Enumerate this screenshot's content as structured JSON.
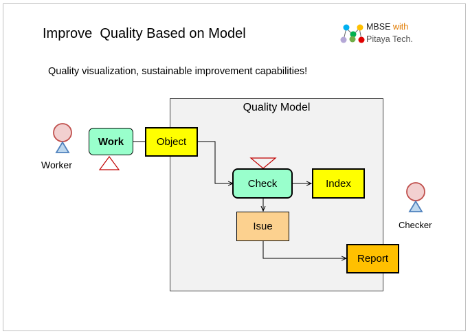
{
  "title": "Improve  Quality Based on Model",
  "subtitle": "Quality visualization, sustainable improvement capabilities!",
  "brand": {
    "name": "MBSE",
    "with": "with",
    "company": "Pitaya Tech."
  },
  "model": {
    "title": "Quality Model"
  },
  "actors": {
    "worker": "Worker",
    "checker": "Checker"
  },
  "nodes": {
    "work": "Work",
    "object": "Object",
    "check": "Check",
    "index": "Index",
    "issue": "Isue",
    "report": "Report"
  },
  "colors": {
    "work_fill": "#99ffcc",
    "object_fill": "#ffff00",
    "check_fill": "#99ffcc",
    "index_fill": "#ffff00",
    "issue_fill": "#fcd18f",
    "report_fill": "#ffc000",
    "actor_head": "#f2d0d0",
    "actor_head_stroke": "#c0504d",
    "actor_body": "#4f81bd",
    "event_triangle": "#c00000"
  }
}
